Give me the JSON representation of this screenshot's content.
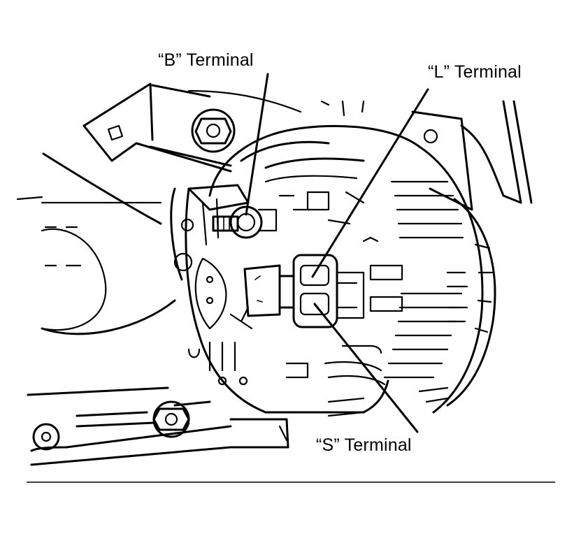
{
  "labels": {
    "b_terminal": "“B” Terminal",
    "l_terminal": "“L” Terminal",
    "s_terminal": "“S” Terminal"
  },
  "colors": {
    "ink": "#000000",
    "paper": "#ffffff"
  }
}
